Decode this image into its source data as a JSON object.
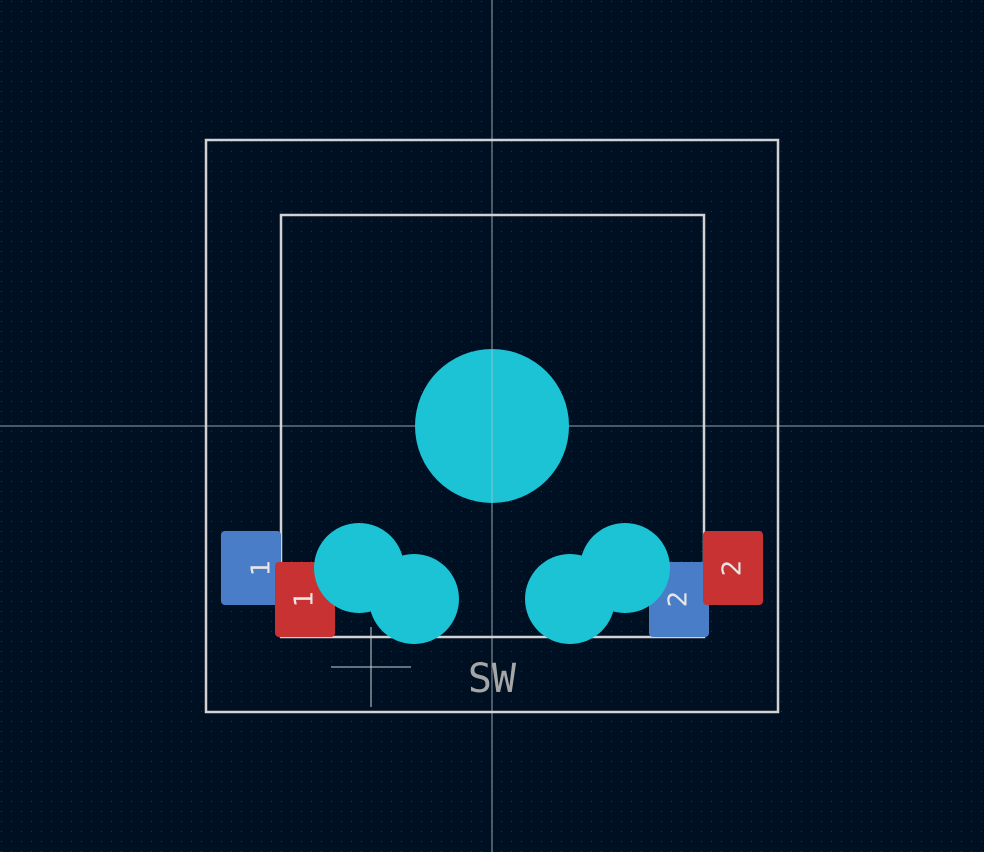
{
  "view": {
    "background_color": "#001023",
    "grid_dot_color": "#2a3f55",
    "crosshair_color": "#c8d0d8"
  },
  "footprint": {
    "reference_text": "SW",
    "outline_color": "#d2d2d2",
    "hole_color": "#1cc3d4",
    "holes": [
      "center-hole",
      "left-hole-upper",
      "left-hole-lower",
      "right-hole-lower",
      "right-hole-upper"
    ]
  },
  "pads": [
    {
      "id": "pad-1-back",
      "number": "1",
      "layer": "back",
      "color": "#4a7dc8"
    },
    {
      "id": "pad-1-front",
      "number": "1",
      "layer": "front",
      "color": "#c83232"
    },
    {
      "id": "pad-2-back",
      "number": "2",
      "layer": "back",
      "color": "#4a7dc8"
    },
    {
      "id": "pad-2-front",
      "number": "2",
      "layer": "front",
      "color": "#c83232"
    }
  ],
  "anchor": {
    "icon": "anchor-crosshair-icon"
  }
}
